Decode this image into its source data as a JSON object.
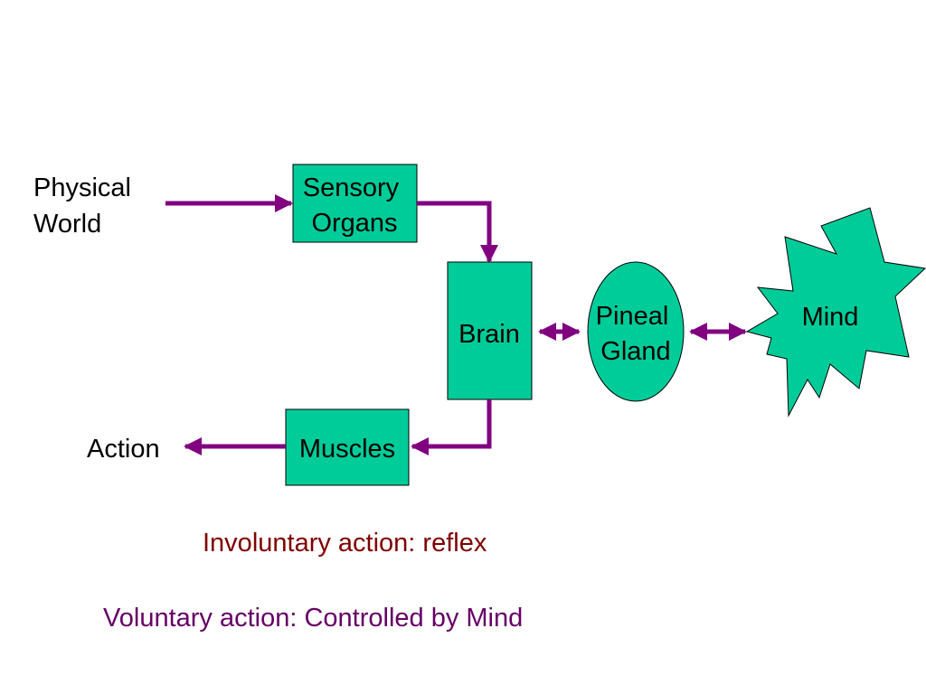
{
  "colors": {
    "box_fill": "#00cc99",
    "box_stroke": "#000000",
    "arrow": "#800080",
    "text": "#000000",
    "caption_involuntary": "#800000",
    "caption_voluntary": "#660066"
  },
  "nodes": {
    "physical_world": [
      "Physical",
      "World"
    ],
    "sensory_organs": [
      "Sensory",
      "Organs"
    ],
    "brain": "Brain",
    "pineal_gland": [
      "Pineal",
      "Gland"
    ],
    "mind": "Mind",
    "muscles": "Muscles",
    "action": "Action"
  },
  "captions": {
    "involuntary": "Involuntary action: reflex",
    "voluntary": "Voluntary action:  Controlled by Mind"
  }
}
